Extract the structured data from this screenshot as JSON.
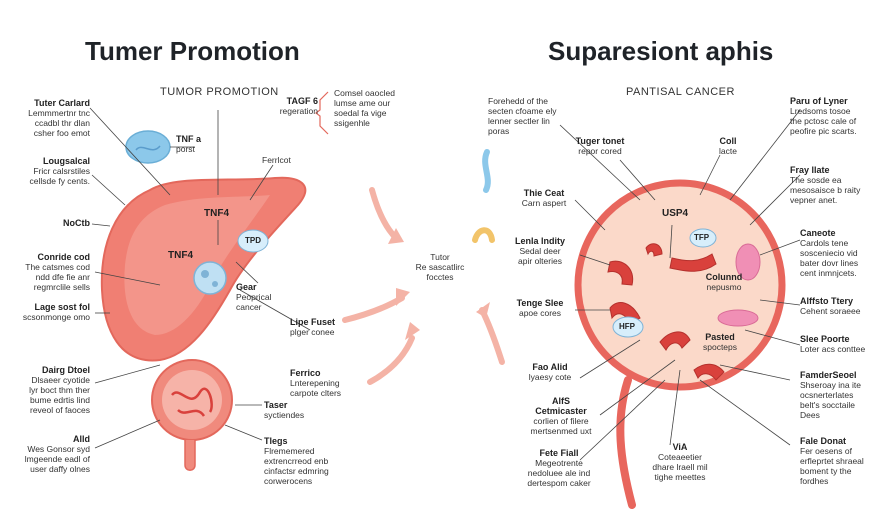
{
  "titles": {
    "left": "Tumer Promotion",
    "right": "Suparesiont aphis"
  },
  "subtitles": {
    "left": "TUMOR PROMOTION",
    "right": "PANTISAL CANCER"
  },
  "center_text": {
    "line1": "Tutor",
    "line2": "Re sascatlirc",
    "line3": "focctes"
  },
  "left_labels": [
    {
      "title": "Tuter Carlard",
      "lines": [
        "Lemmmertnr tnc",
        "ccadbl thr dlan",
        "csher foo emot"
      ]
    },
    {
      "title": "Lougsalcal",
      "lines": [
        "Fricr calsrstiles",
        "cellsde fy cents."
      ]
    },
    {
      "title": "NoCtb",
      "lines": []
    },
    {
      "title": "Conride cod",
      "lines": [
        "The catsmes cod",
        "ndd dfe fie anr",
        "regmrclile sells"
      ]
    },
    {
      "title": "Lage sost fol",
      "lines": [
        "scsonmonge omo"
      ]
    },
    {
      "title": "Dairg Dtoel",
      "lines": [
        "Dlsaeer cyotide",
        "lyr boct thm ther",
        "bume edrtis lind",
        "reveol of faoces"
      ]
    },
    {
      "title": "Alld",
      "lines": [
        "Wes Gonsor syd",
        "lmgeende eadl of",
        "user daffy olnes"
      ]
    }
  ],
  "left_organ_labels": {
    "tnf_top": {
      "title": "TNF a",
      "line": "porst"
    },
    "tgf": {
      "title": "TAGF 6",
      "line": "regeration"
    },
    "bracket_note": [
      "Comsel oaocled",
      "lumse ame our",
      "soedal fa vige",
      "ssigenhle"
    ],
    "ferrict": "Ferrlcot",
    "tnf4_a": "TNF4",
    "tnf4_b": "TNF4",
    "tpd": "TPD",
    "gear": {
      "title": "Gear",
      "line1": "Peoprical",
      "line2": "cancer"
    },
    "lipe": {
      "title": "Lipe Fuset",
      "line": "plger conee"
    },
    "ferrico": {
      "title": "Ferrico",
      "lines": [
        "Lnterepening",
        "carpote clters"
      ]
    },
    "taser": {
      "title": "Taser",
      "line": "syctiendes"
    },
    "tlegs": {
      "title": "Tlegs",
      "lines": [
        "Flrememered",
        "extrencrreod enb",
        "cinfactsr edmring",
        "corwerocens"
      ]
    }
  },
  "right_labels": [
    {
      "title": "Paru of Lyner",
      "lines": [
        "Lredsoms tosoe",
        "the pctosc cale of",
        "peofire pic scarts."
      ]
    },
    {
      "title": "Fray llate",
      "lines": [
        "The sosde ea",
        "mesosaisce b raity",
        "vepner anet."
      ]
    },
    {
      "title": "Caneote",
      "lines": [
        "Cardols tene",
        "sosceniecio vid",
        "bater dovr lines",
        "cent inmnjcets."
      ]
    },
    {
      "title": "Alffsto Ttery",
      "lines": [
        "Cehent soraeee"
      ]
    },
    {
      "title": "Slee Poorte",
      "lines": [
        "Loter acs conttee"
      ]
    },
    {
      "title": "FamderSeoel",
      "lines": [
        "Shseroay ina ite",
        "ocsnerterlates",
        "belt's socctaile",
        "Dees"
      ]
    },
    {
      "title": "Fale Donat",
      "lines": [
        "Fer oesens of",
        "erfleprtet shraeal",
        "boment ty the",
        "fordhes"
      ]
    }
  ],
  "right_inner_labels": {
    "forehead": [
      "Forehedd of the",
      "secten cfoame ely",
      "lenner sectler lin",
      "poras"
    ],
    "tuger": {
      "title": "Tuger tonet",
      "line": "repor cored"
    },
    "coll": {
      "title": "Coll",
      "line": "lacte"
    },
    "thie": {
      "title": "Thie Ceat",
      "line": "Carn aspert"
    },
    "lenla": {
      "title": "Lenla lndity",
      "lines": [
        "Sedal deer",
        "apir olteries"
      ]
    },
    "tenge": {
      "title": "Tenge Slee",
      "line": "apoe cores"
    },
    "fao": {
      "title": "Fao Alid",
      "line": "lyaesy cote"
    },
    "alfs": {
      "title": "AlfS",
      "sub": "Cetmicaster",
      "lines": [
        "corlien of filere",
        "mertsenmed uxt"
      ]
    },
    "fete": {
      "title": "Fete Fiall",
      "lines": [
        "Megeotrente",
        "nedoluee ale ind",
        "dertespom caker"
      ]
    },
    "via": {
      "title": "ViA",
      "lines": [
        "Coteaeetier",
        "dhare lraell mil",
        "tighe meettes"
      ]
    },
    "usp4": "USP4",
    "tfp": "TFP",
    "hfp": "HFP",
    "column": {
      "title": "Colunnd",
      "line": "nepusmo"
    },
    "pasted": {
      "title": "Pasted",
      "line": "spocteps"
    }
  },
  "colors": {
    "liver": "#f07f73",
    "liver_light": "#f6a89c",
    "cell_bg": "#fbd9c9",
    "cell_border": "#e8665d",
    "red_organelle": "#d9413c",
    "blue": "#8cc8ea",
    "pink": "#f08fb5",
    "arrow": "#f4b3a6"
  }
}
